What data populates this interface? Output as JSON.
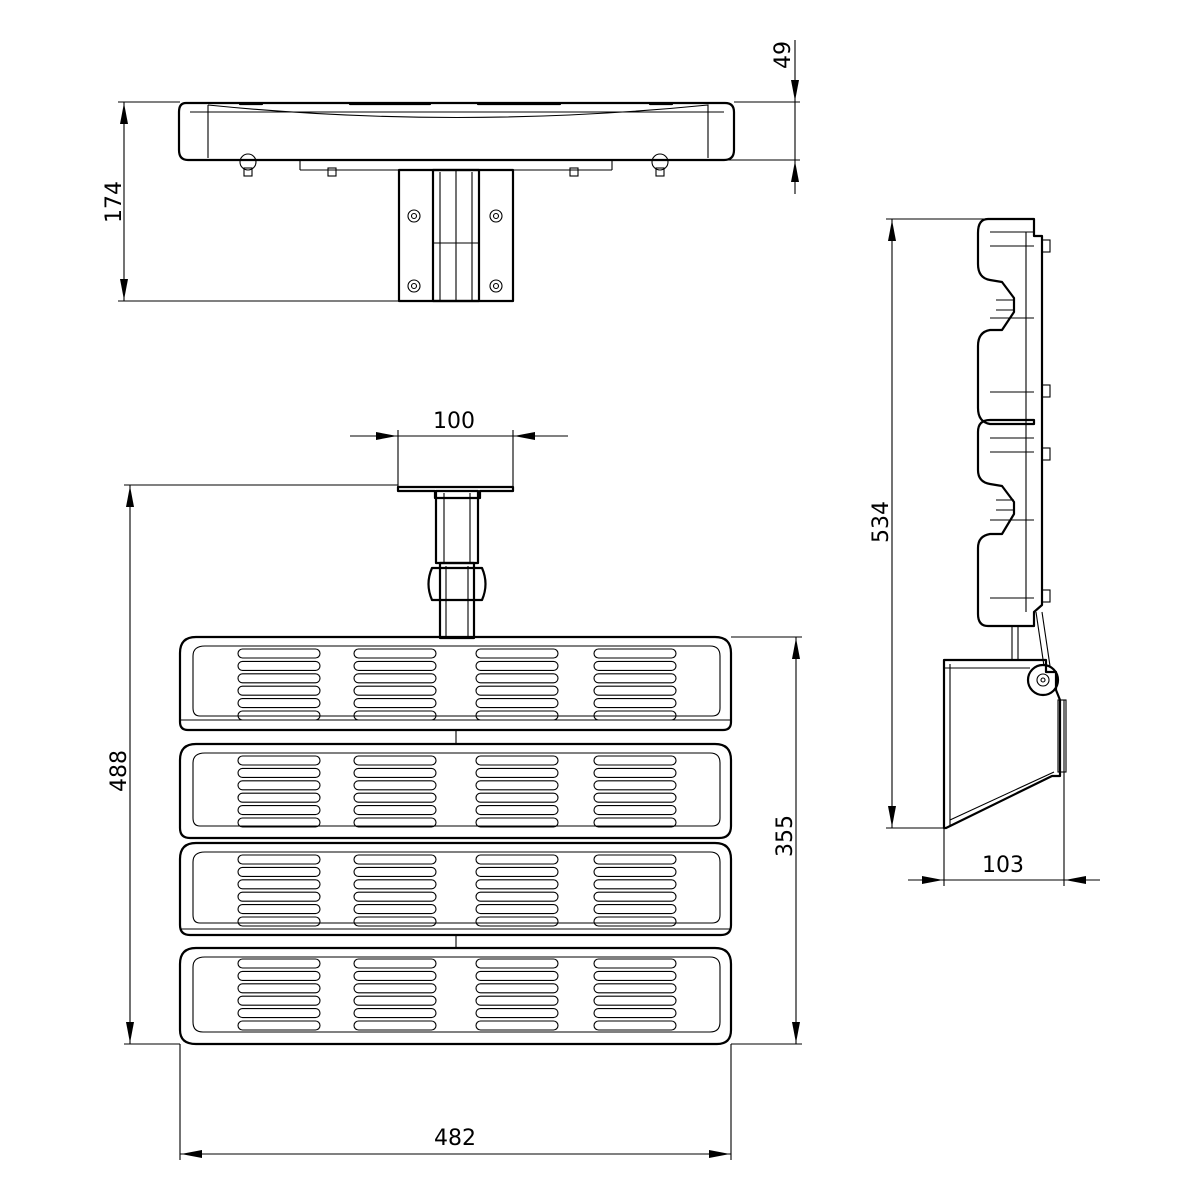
{
  "drawing": {
    "dimensions": {
      "top_height": "174",
      "top_thickness": "49",
      "bracket_width": "100",
      "front_height": "488",
      "seat_depth": "355",
      "total_width": "482",
      "side_height": "534",
      "side_depth": "103"
    }
  }
}
